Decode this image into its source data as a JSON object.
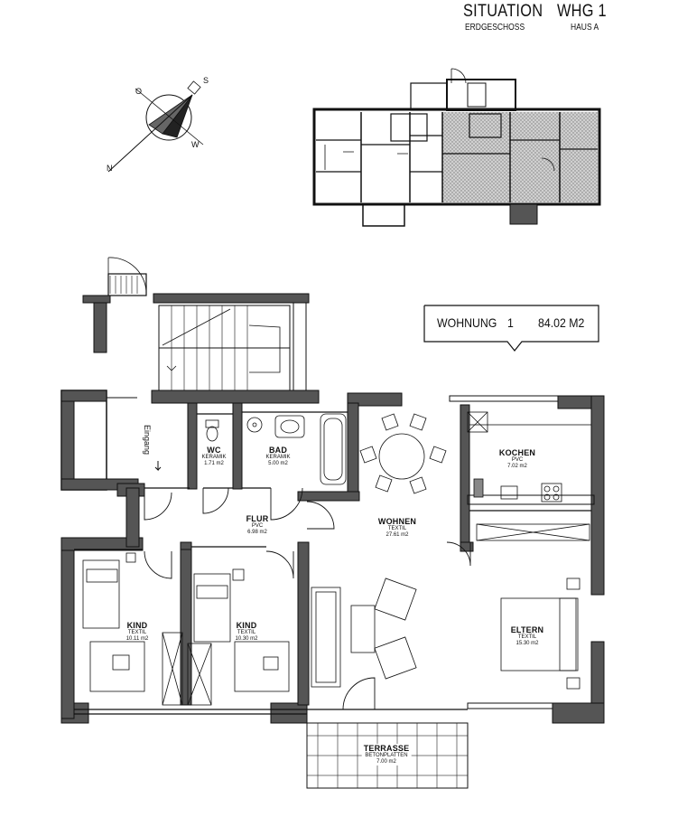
{
  "header": {
    "title": "SITUATION",
    "unit": "WHG 1",
    "floor": "ERDGESCHOSS",
    "house": "HAUS A"
  },
  "compass": {
    "letters": [
      "S",
      "O",
      "W",
      "N"
    ]
  },
  "apartment": {
    "label": "WOHNUNG",
    "number": "1",
    "area": "84.02 M2"
  },
  "entrance_label": "Eingang",
  "rooms": {
    "wc": {
      "name": "WC",
      "material": "KERAMIK",
      "area": "1.71 m2"
    },
    "bad": {
      "name": "BAD",
      "material": "KERAMIK",
      "area": "5.00 m2"
    },
    "kochen": {
      "name": "KOCHEN",
      "material": "PVC",
      "area": "7.02 m2"
    },
    "flur": {
      "name": "FLUR",
      "material": "PVC",
      "area": "6.98 m2"
    },
    "wohnen": {
      "name": "WOHNEN",
      "material": "TEXTIL",
      "area": "27.61 m2"
    },
    "kind1": {
      "name": "KIND",
      "material": "TEXTIL",
      "area": "10.11 m2"
    },
    "kind2": {
      "name": "KIND",
      "material": "TEXTIL",
      "area": "10.30 m2"
    },
    "eltern": {
      "name": "ELTERN",
      "material": "TEXTIL",
      "area": "15.30 m2"
    },
    "terrasse": {
      "name": "TERRASSE",
      "material": "BETONPLATTEN",
      "area": "7.00 m2"
    }
  },
  "colors": {
    "line": "#111111",
    "wall_fill": "#5a5a5a",
    "highlight": "#bdbdbd",
    "background": "#ffffff"
  }
}
